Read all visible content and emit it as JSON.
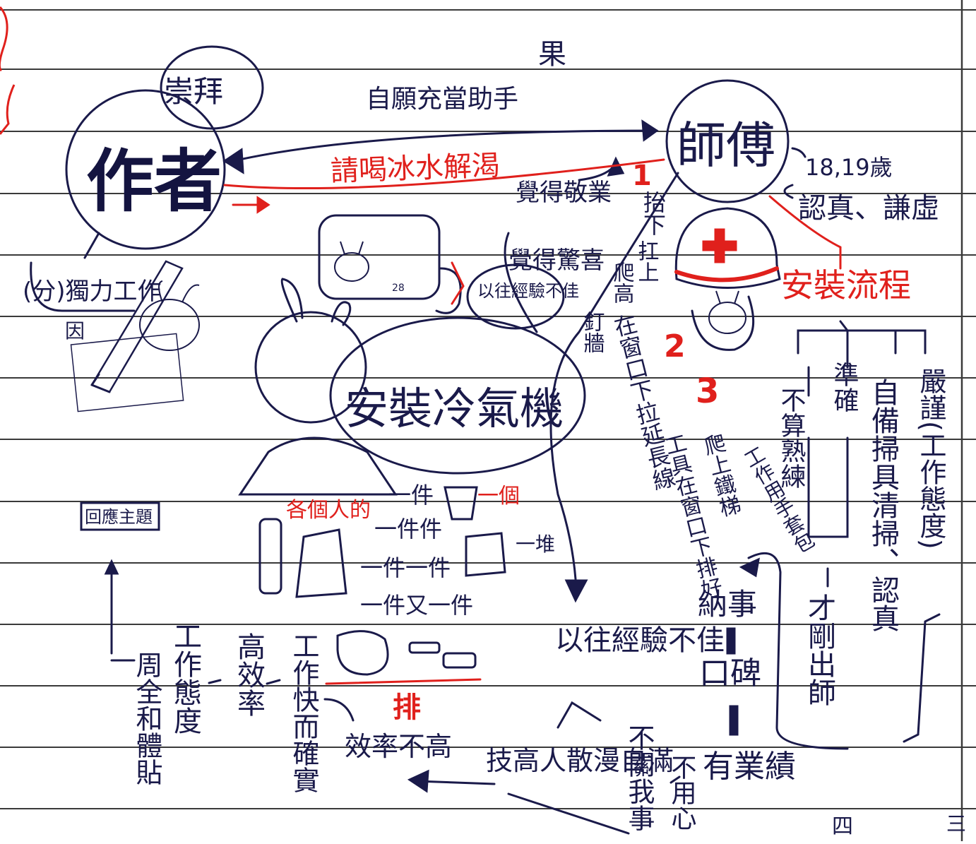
{
  "top": {
    "result": "果",
    "worship": "崇拜",
    "volunteer": "自願充當助手"
  },
  "author": {
    "label": "作者",
    "cause_bubble": "(分)獨力工作",
    "cause_tag": "因"
  },
  "red_link": "請喝冰水解渴",
  "master": {
    "label": "師傅",
    "age": "18,19歲",
    "traits": "認真、謙虛",
    "process_title": "安裝流程"
  },
  "feelings": {
    "f1": "覺得敬業",
    "f2": "覺得驚喜"
  },
  "step1": {
    "num": "1",
    "lines": [
      "抬下",
      "扛上",
      "爬高",
      "釘牆"
    ]
  },
  "step2": {
    "num": "2",
    "text": "在窗口下拉延長線"
  },
  "step3": {
    "num": "3",
    "col1": "工具在窗口下排好",
    "col2": "爬上鐵梯",
    "col3": "工作用手套包"
  },
  "past_bubble": "以往經驗不佳",
  "ac_box_text": "28",
  "center": "安裝冷氣機",
  "requirements": {
    "col1": "不算熟練",
    "col2a": "準確",
    "col2b": "才剛出師",
    "col3": "自備掃具清掃、認真",
    "col4": "嚴謹(工作態度)"
  },
  "clothes": {
    "red_label": "各個人的",
    "one_red": "一個",
    "rows": [
      "一件",
      "一件件",
      "一件一件",
      "一件又一件"
    ],
    "pile": "一堆"
  },
  "return_label": "回應主題",
  "bottom": {
    "col1": "周全和體貼",
    "col2": "工作態度",
    "col3": "高效率",
    "col4": "工作快而確實",
    "arrange": "排",
    "efficiency_low": "效率不高",
    "past_exp": "以往經驗不佳",
    "reputation": "口碑",
    "accept": "納事",
    "attitude_words": "技高人散漫自滿",
    "not_my_business": "不關我事",
    "not_careful": "不用心",
    "has_record": "有業績"
  },
  "page_nums": {
    "left": "四",
    "right": "三"
  },
  "colors": {
    "ink": "#1a1a4a",
    "red": "#e0201c",
    "rule": "#3a3a3a"
  }
}
